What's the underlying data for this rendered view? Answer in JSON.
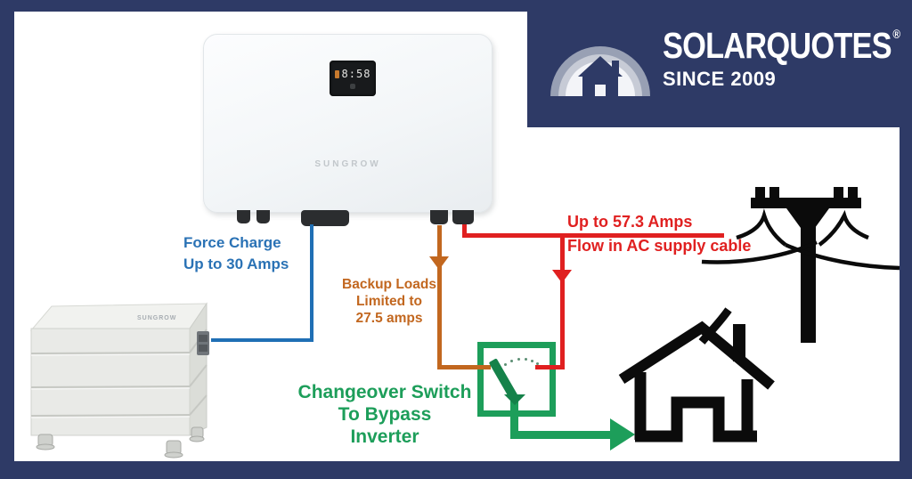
{
  "banner": {
    "brand": "SOLARQUOTES",
    "registered_mark": "®",
    "tagline": "SINCE 2009"
  },
  "inverter": {
    "brand": "SUNGROW",
    "display_value": "8:58"
  },
  "battery": {
    "brand": "SUNGROW"
  },
  "annotations": {
    "force_charge": [
      "Force Charge",
      "Up to 30 Amps"
    ],
    "backup_loads": [
      "Backup Loads",
      "Limited to",
      "27.5 amps"
    ],
    "grid_supply": [
      "Up to 57.3 Amps",
      "Flow in AC supply cable"
    ],
    "changeover_switch": [
      "Changeover Switch",
      "To Bypass",
      "Inverter"
    ]
  },
  "colors": {
    "banner_navy": "#2e3a66",
    "battery_wire_blue": "#1f6fb5",
    "backup_wire_orange": "#c2671f",
    "grid_wire_red": "#e02020",
    "switch_green": "#1d9e5a",
    "icon_black": "#0b0b0b"
  }
}
